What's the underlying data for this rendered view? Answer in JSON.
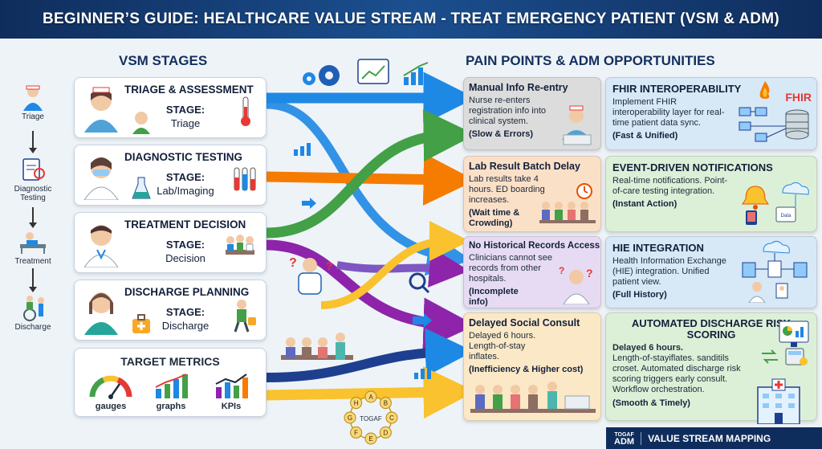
{
  "title": "BEGINNER’S GUIDE: HEALTHCARE VALUE STREAM - TREAT EMERGENCY PATIENT (VSM & ADM)",
  "vsm_heading": "VSM STAGES",
  "pain_heading": "PAIN POINTS & ADM OPPORTUNITIES",
  "flow": [
    {
      "label": "Triage",
      "icon": "nurse-icon"
    },
    {
      "label": "Diagnostic Testing",
      "icon": "clipboard-icon"
    },
    {
      "label": "Treatment",
      "icon": "hospital-bed-icon"
    },
    {
      "label": "Discharge",
      "icon": "wheelchair-icon"
    }
  ],
  "stages": [
    {
      "title": "TRIAGE & ASSESSMENT",
      "label": "STAGE:",
      "value": "Triage",
      "color": "#1e88e5"
    },
    {
      "title": "DIAGNOSTIC TESTING",
      "label": "STAGE:",
      "value": "Lab/Imaging",
      "color": "#f57c00"
    },
    {
      "title": "TREATMENT DECISION",
      "label": "STAGE:",
      "value": "Decision",
      "color": "#43a047"
    },
    {
      "title": "DISCHARGE PLANNING",
      "label": "STAGE:",
      "value": "Discharge",
      "color": "#8e24aa"
    }
  ],
  "metrics": {
    "title": "TARGET METRICS",
    "items": [
      "gauges",
      "graphs",
      "KPIs"
    ]
  },
  "pain_points": [
    {
      "title": "Manual Info Re-entry",
      "desc": "Nurse re-enters registration info into clinical system.",
      "tag": "(Slow & Errors)",
      "bg": "#dcdcdc"
    },
    {
      "title": "Lab Result Batch Delay",
      "desc": "Lab results take 4 hours. ED boarding increases.",
      "tag": "(Wait time & Crowding)",
      "bg": "#fbe0c8"
    },
    {
      "title": "No Historical Records Access",
      "desc": "Clinicians cannot see records from other hospitals.",
      "tag": "(Incomplete info)",
      "bg": "#e6dbf3"
    },
    {
      "title": "Delayed Social Consult",
      "desc": "Delayed 6 hours. Length-of-stay inflates.",
      "tag": "(Inefficiency & Higher cost)",
      "bg": "#fbe8c6"
    }
  ],
  "adm": [
    {
      "title": "FHIR INTEROPERABILITY",
      "desc": "Implement FHIR interoperability layer for real-time patient data sync.",
      "tag": "(Fast & Unified)",
      "bg": "#d7e8f6",
      "badge": "FHIR"
    },
    {
      "title": "EVENT-DRIVEN NOTIFICATIONS",
      "desc": "Real-time notifications. Point-of-care testing integration.",
      "tag": "(Instant Action)",
      "bg": "#dcf0d8",
      "badge": "Data"
    },
    {
      "title": "HIE INTEGRATION",
      "desc": "Health Information Exchange (HIE) integration. Unified patient view.",
      "tag": "(Full History)",
      "bg": "#d7e8f6"
    },
    {
      "title": "AUTOMATED DISCHARGE RISK SCORING",
      "lead": "Delayed 6 hours.",
      "desc": "Length-of-stayiflates. sanditils croset. Automated discharge risk scoring triggers early consult. Workflow orchestration.",
      "tag": "(Smooth & Timely)",
      "bg": "#dcf0d8"
    }
  ],
  "togaf_badge": "TOGAF",
  "togaf_ring": [
    "A",
    "B",
    "C",
    "D",
    "E",
    "F",
    "G",
    "H"
  ],
  "footer": {
    "logo": "TOGAF",
    "logo_sub": "ADM",
    "text": "VALUE STREAM MAPPING"
  },
  "colors": {
    "navy": "#0f2d5c",
    "blue": "#1e88e5",
    "orange": "#f57c00",
    "green": "#43a047",
    "purple": "#8e24aa",
    "yellow": "#f9c22e"
  }
}
